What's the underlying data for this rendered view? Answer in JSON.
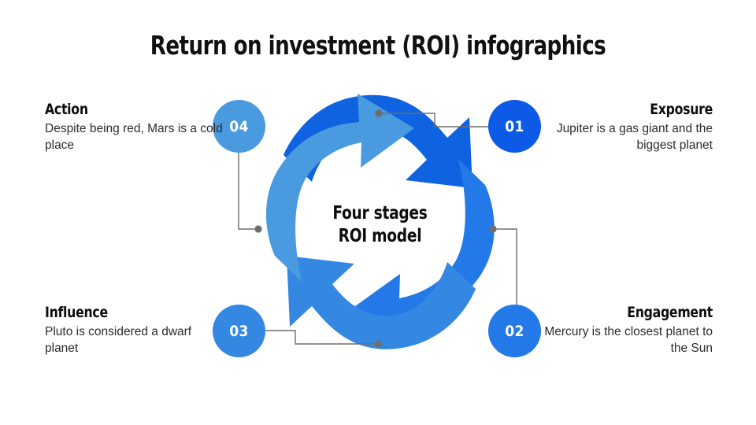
{
  "slide": {
    "title": "Return on investment (ROI) infographics",
    "background_color": "#ffffff"
  },
  "center": {
    "line1": "Four stages",
    "line2": "ROI model"
  },
  "palette": {
    "arrow_top": "#0f62e0",
    "arrow_right": "#2379e8",
    "arrow_bottom": "#3488e2",
    "arrow_left": "#4a9ae0",
    "circle_01": "#0d5ae6",
    "circle_02": "#2379e8",
    "circle_03": "#3488e2",
    "circle_04": "#4a9ae0",
    "connector": "#6e6e6e",
    "title_text": "#111111",
    "body_text": "#2b2b2b"
  },
  "stages": [
    {
      "number": "01",
      "title": "Exposure",
      "body": "Jupiter is a gas giant and the biggest planet",
      "side": "right",
      "color": "#0d5ae6"
    },
    {
      "number": "02",
      "title": "Engagement",
      "body": "Mercury is the closest planet to the Sun",
      "side": "right",
      "color": "#2379e8"
    },
    {
      "number": "03",
      "title": "Influence",
      "body": "Pluto is considered a dwarf planet",
      "side": "left",
      "color": "#3488e2"
    },
    {
      "number": "04",
      "title": "Action",
      "body": "Despite being red, Mars is a cold place",
      "side": "left",
      "color": "#4a9ae0"
    }
  ]
}
